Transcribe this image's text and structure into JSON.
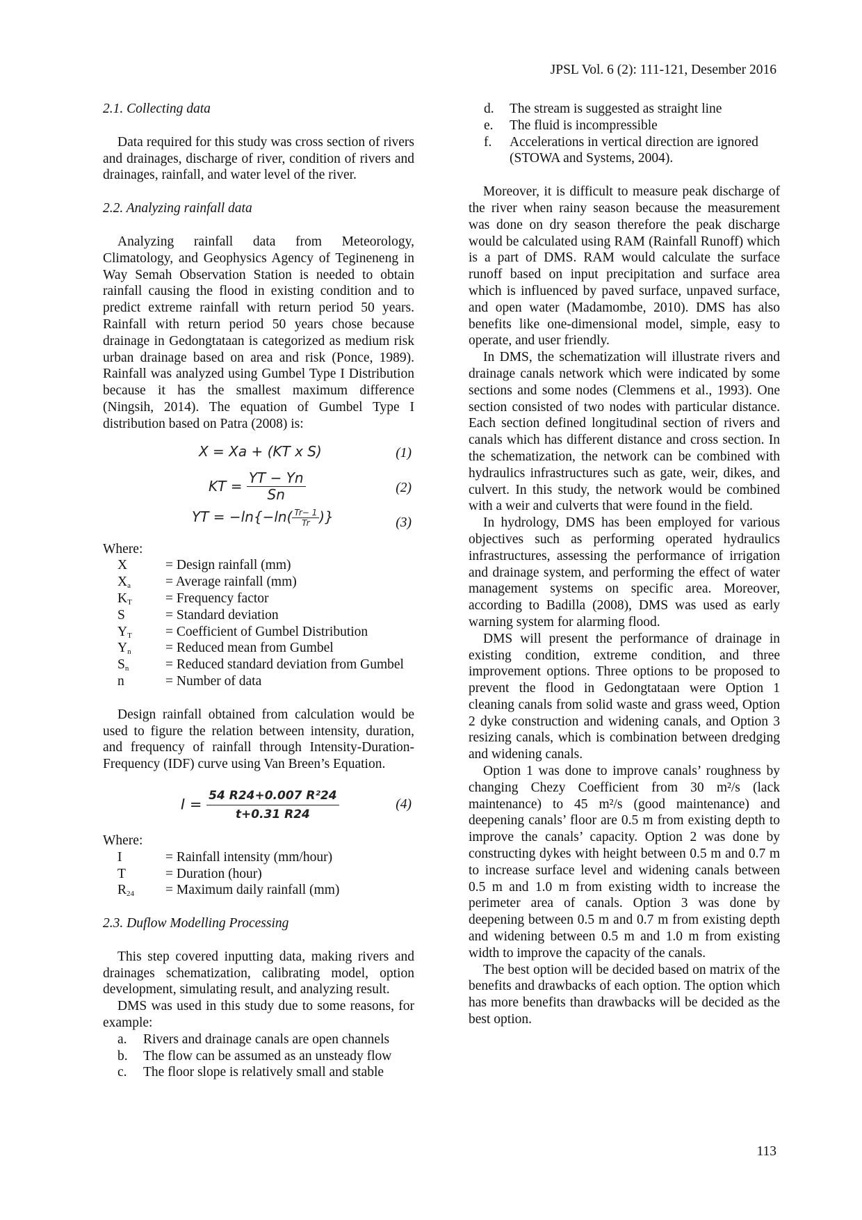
{
  "header": "JPSL Vol. 6 (2): 111-121, Desember 2016",
  "page_number": "113",
  "left": {
    "s21_title": "2.1. Collecting data",
    "s21_p1": "Data required for this study was cross section of rivers and drainages, discharge of river, condition of rivers and drainages, rainfall, and water level of the river.",
    "s22_title": "2.2. Analyzing rainfall data",
    "s22_p1": "Analyzing rainfall data from Meteorology, Climatology, and Geophysics Agency of Tegineneng in Way Semah Observation Station is needed to obtain rainfall causing the flood in existing condition and to predict extreme rainfall with return period 50 years. Rainfall with return period 50 years chose because drainage in Gedongtataan is categorized as medium risk urban drainage based on area and risk (Ponce, 1989). Rainfall was analyzed using Gumbel Type I Distribution because it has the smallest maximum difference (Ningsih, 2014). The equation of Gumbel Type I distribution based on Patra (2008) is:",
    "eq1": "X = Xa + (KT x S)",
    "eq1_num": "(1)",
    "eq2_lhs": "KT =",
    "eq2_top": "YT − Yn",
    "eq2_bot": "Sn",
    "eq2_num": "(2)",
    "eq3": "YT = −ln{−ln(",
    "eq3_top": "Tr− 1",
    "eq3_bot": "Tr",
    "eq3_end": ")}",
    "eq3_num": "(3)",
    "where1": "Where:",
    "defs1": [
      {
        "sym": "X",
        "sub": "",
        "def": "= Design rainfall (mm)"
      },
      {
        "sym": "X",
        "sub": "a",
        "def": "= Average rainfall (mm)"
      },
      {
        "sym": "K",
        "sub": "T",
        "def": "= Frequency factor"
      },
      {
        "sym": "S",
        "sub": "",
        "def": "= Standard deviation"
      },
      {
        "sym": "Y",
        "sub": "T",
        "def": "= Coefficient of Gumbel Distribution"
      },
      {
        "sym": "Y",
        "sub": "n",
        "def": "= Reduced mean from Gumbel"
      },
      {
        "sym": "S",
        "sub": "n",
        "def": "= Reduced standard deviation from Gumbel"
      },
      {
        "sym": "n",
        "sub": "",
        "def": "= Number of data"
      }
    ],
    "s22_p2": "Design rainfall obtained from calculation would be used to figure the relation between intensity, duration, and frequency of rainfall through Intensity-Duration-Frequency (IDF) curve using Van Breen’s Equation.",
    "eq4_lhs": "I =",
    "eq4_top": "54 R24+0.007 R²24",
    "eq4_bot": "t+0.31 R24",
    "eq4_num": "(4)",
    "where2": "Where:",
    "defs2": [
      {
        "sym": "I",
        "sub": "",
        "def": "= Rainfall intensity (mm/hour)"
      },
      {
        "sym": "T",
        "sub": "",
        "def": "= Duration (hour)"
      },
      {
        "sym": "R",
        "sub": "24",
        "def": "= Maximum daily rainfall (mm)"
      }
    ],
    "s23_title": "2.3. Duflow Modelling Processing",
    "s23_p1": "This step covered inputting data, making rivers and drainages schematization, calibrating model, option development, simulating result, and analyzing result.",
    "s23_p2": "DMS was used in this study due to some reasons, for example:",
    "list": [
      {
        "mk": "a.",
        "text": "Rivers and drainage canals are open channels"
      },
      {
        "mk": "b.",
        "text": "The flow can be assumed as an unsteady flow"
      },
      {
        "mk": "c.",
        "text": "The floor slope is relatively small and stable"
      }
    ]
  },
  "right": {
    "list": [
      {
        "mk": "d.",
        "text": "The stream is suggested as straight line"
      },
      {
        "mk": "e.",
        "text": "The fluid is incompressible"
      },
      {
        "mk": "f.",
        "text": "Accelerations in vertical direction are ignored (STOWA and Systems, 2004)."
      }
    ],
    "p1": "Moreover, it is difficult to measure peak discharge of the river when rainy season because the measurement was done on dry season therefore the peak discharge would be calculated using RAM (Rainfall Runoff) which is a part of DMS. RAM would calculate the surface runoff based on input precipitation and surface area which is influenced by paved surface, unpaved surface, and open water (Madamombe, 2010). DMS has also benefits like one-dimensional model, simple, easy to operate, and user friendly.",
    "p2": "In DMS, the schematization will illustrate rivers and drainage canals network which were indicated by some sections and some nodes (Clemmens et al., 1993). One section consisted of two nodes with particular distance. Each section defined longitudinal section of rivers and canals which has different distance and cross section. In the schematization, the network can be combined with hydraulics infrastructures such as gate, weir, dikes, and culvert. In this study, the network would be combined with a weir and culverts that were found in the field.",
    "p3": "In hydrology, DMS has been employed for various objectives such as performing operated hydraulics infrastructures, assessing the performance of irrigation and drainage system, and performing the effect of water management systems on specific area. Moreover, according to Badilla (2008), DMS was used as early warning system for alarming flood.",
    "p4": "DMS will present the performance of drainage in existing condition, extreme condition, and three improvement options. Three options to be proposed to prevent the flood in Gedongtataan were Option 1 cleaning canals from solid waste and grass weed, Option 2 dyke construction and widening canals, and Option 3 resizing canals, which is combination between dredging and widening canals.",
    "p5": "Option 1 was done to improve canals’ roughness by changing Chezy Coefficient from 30 m²/s (lack maintenance) to 45 m²/s (good maintenance) and deepening canals’ floor are 0.5 m from existing depth to improve the canals’ capacity. Option 2 was done by constructing dykes with height between 0.5 m and 0.7 m to increase surface level and widening canals between 0.5 m and 1.0 m from existing width to increase the perimeter area of canals. Option 3 was done by deepening between 0.5 m and 0.7 m from existing depth and widening between 0.5 m and 1.0 m from existing width to improve the capacity of the canals.",
    "p6": "The best option will be decided based on matrix of the benefits and drawbacks of each option. The option which has more benefits than drawbacks will be decided as the best option."
  }
}
